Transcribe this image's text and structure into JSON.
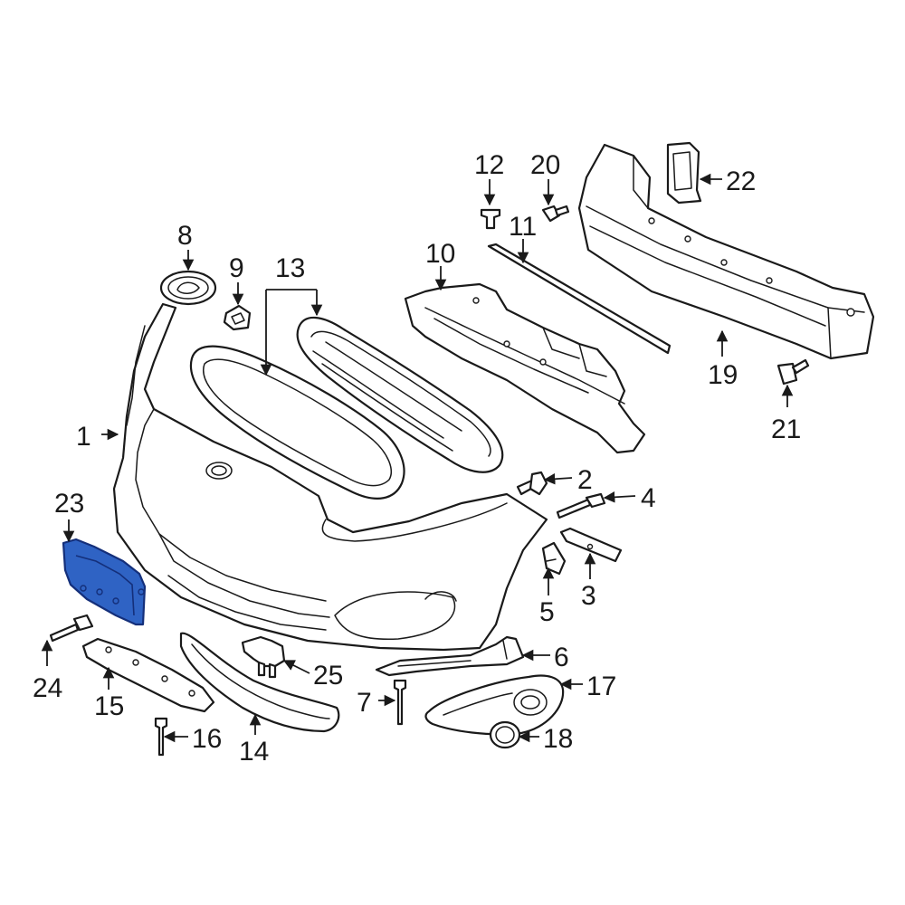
{
  "colors": {
    "line": "#1a1a1a",
    "part_fill": "#ffffff",
    "highlight_fill": "#2f63c4",
    "highlight_stroke": "#142f7a",
    "background": "#ffffff"
  },
  "highlighted_part": "23",
  "callouts": {
    "c1": "1",
    "c2": "2",
    "c3": "3",
    "c4": "4",
    "c5": "5",
    "c6": "6",
    "c7": "7",
    "c8": "8",
    "c9": "9",
    "c10": "10",
    "c11": "11",
    "c12": "12",
    "c13": "13",
    "c14": "14",
    "c15": "15",
    "c16": "16",
    "c17": "17",
    "c18": "18",
    "c19": "19",
    "c20": "20",
    "c21": "21",
    "c22": "22",
    "c23": "23",
    "c24": "24",
    "c25": "25"
  }
}
